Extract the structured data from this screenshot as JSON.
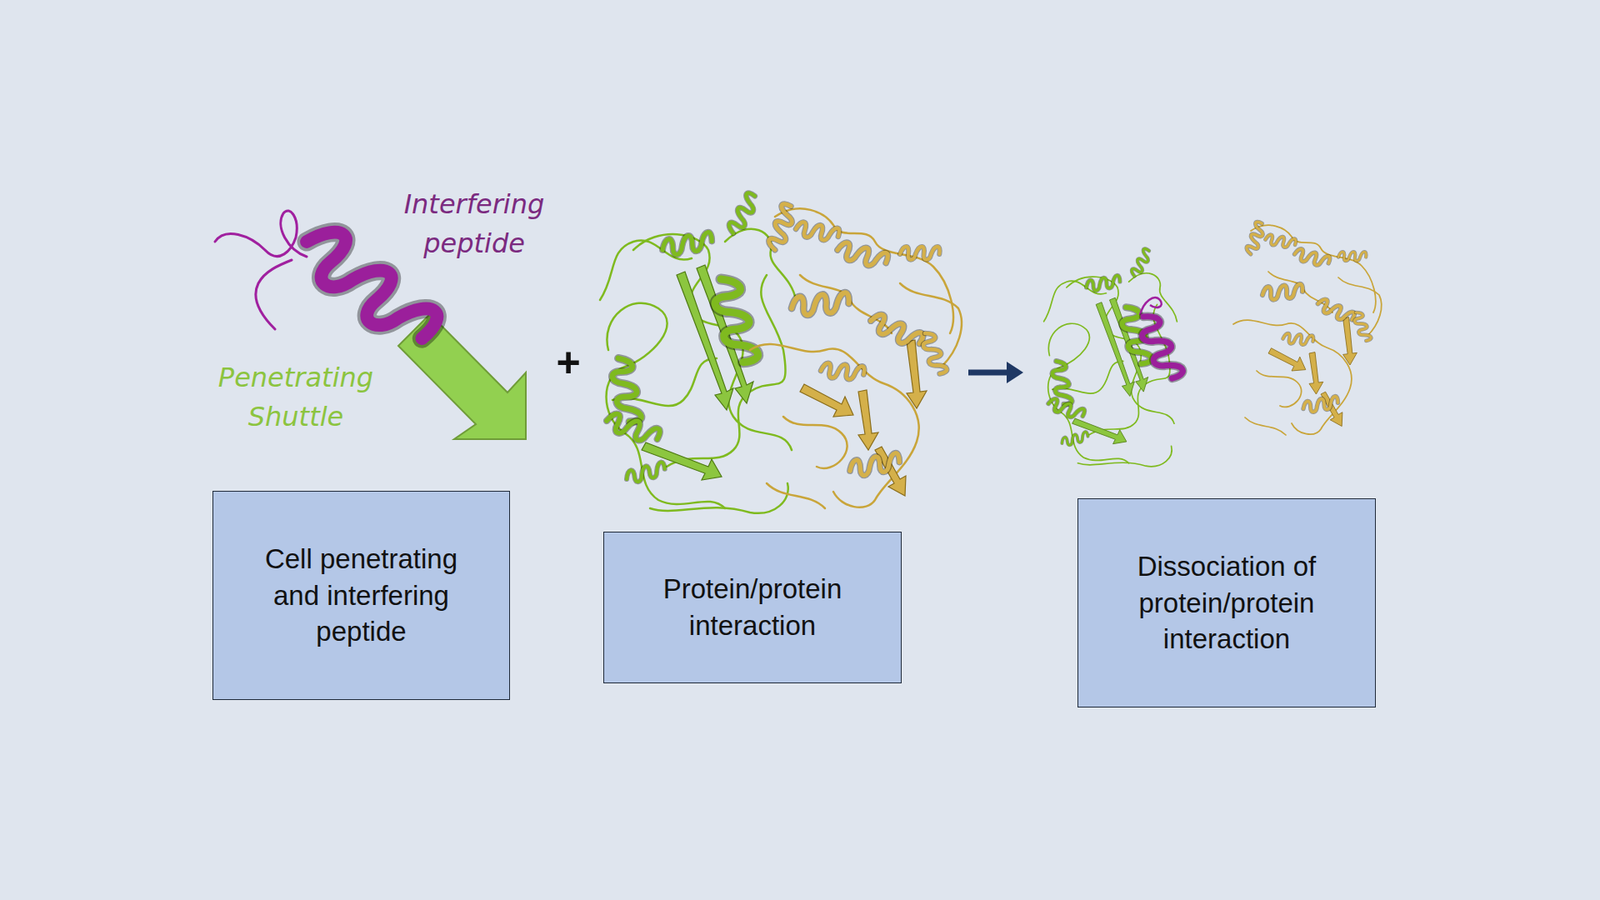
{
  "diagram": {
    "nodes": [
      {
        "text": [
          "Cell penetrating and interfering peptide"
        ]
      },
      {
        "text": [
          "Protein/protein interaction"
        ]
      },
      {
        "text": [
          "Dissociation of protein/protein interaction"
        ]
      }
    ],
    "labels": [
      "Interfering peptide",
      "Penetrating Shuttle",
      "+"
    ]
  }
}
